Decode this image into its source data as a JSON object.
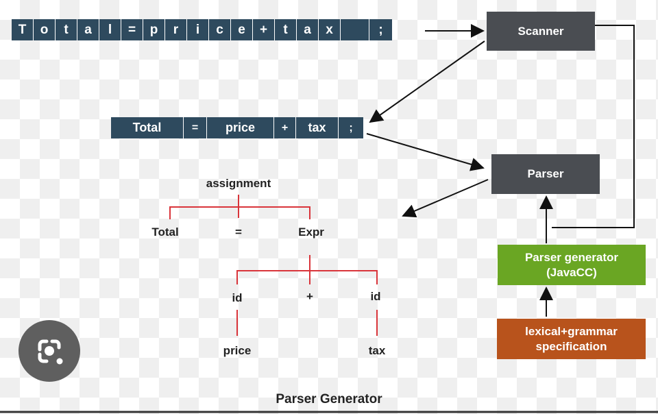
{
  "char_tokens": [
    "T",
    "o",
    "t",
    "a",
    "l",
    "=",
    "p",
    "r",
    "i",
    "c",
    "e",
    "+",
    "t",
    "a",
    "x",
    "",
    ";"
  ],
  "tokens": [
    "Total",
    "=",
    "price",
    "+",
    "tax",
    ";"
  ],
  "boxes": {
    "scanner": "Scanner",
    "parser": "Parser",
    "parser_generator": "Parser generator\n(JavaCC)",
    "spec": "lexical+grammar\nspecification"
  },
  "tree": {
    "root": "assignment",
    "lhs": "Total",
    "eq": "=",
    "expr": "Expr",
    "id1": "id",
    "plus": "+",
    "id2": "id",
    "leaf1": "price",
    "leaf2": "tax"
  },
  "title": "Parser Generator",
  "colors": {
    "token": "#2e4a5e",
    "dark_box": "#4a4d52",
    "green": "#6aa623",
    "orange": "#b8531c",
    "tree_line": "#d9343a"
  },
  "icons": [
    "lens-icon"
  ]
}
